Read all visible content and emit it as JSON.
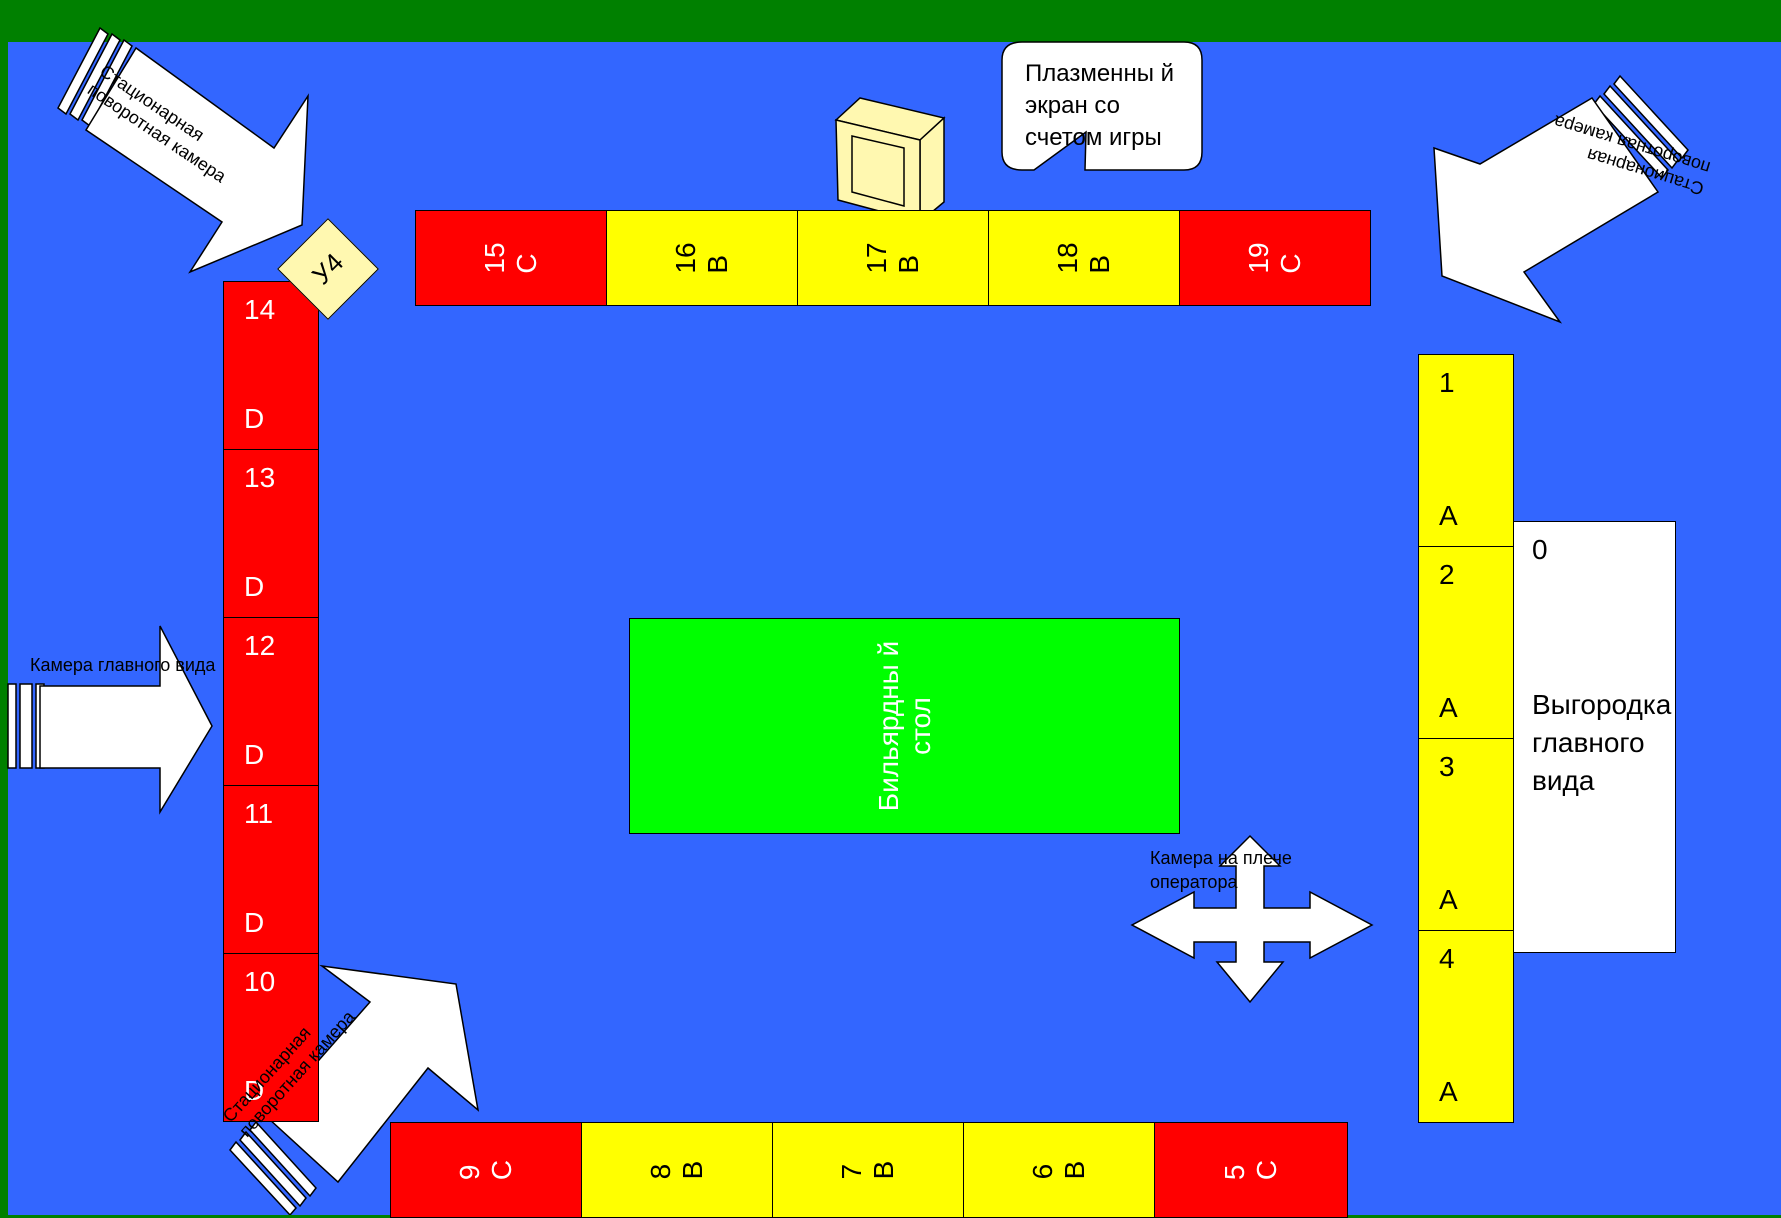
{
  "top_seats": [
    {
      "number": "15",
      "letter": "C",
      "color": "red"
    },
    {
      "number": "16",
      "letter": "B",
      "color": "yellow"
    },
    {
      "number": "17",
      "letter": "B",
      "color": "yellow"
    },
    {
      "number": "18",
      "letter": "B",
      "color": "yellow"
    },
    {
      "number": "19",
      "letter": "C",
      "color": "red"
    }
  ],
  "bottom_seats": [
    {
      "number": "9",
      "letter": "C",
      "color": "red"
    },
    {
      "number": "8",
      "letter": "B",
      "color": "yellow"
    },
    {
      "number": "7",
      "letter": "B",
      "color": "yellow"
    },
    {
      "number": "6",
      "letter": "B",
      "color": "yellow"
    },
    {
      "number": "5",
      "letter": "C",
      "color": "red"
    }
  ],
  "left_seats": [
    {
      "number": "14",
      "letter": "D",
      "color": "red"
    },
    {
      "number": "13",
      "letter": "D",
      "color": "red"
    },
    {
      "number": "12",
      "letter": "D",
      "color": "red"
    },
    {
      "number": "11",
      "letter": "D",
      "color": "red"
    },
    {
      "number": "10",
      "letter": "D",
      "color": "red"
    }
  ],
  "right_seats": [
    {
      "number": "1",
      "letter": "A",
      "color": "yellow"
    },
    {
      "number": "2",
      "letter": "A",
      "color": "yellow"
    },
    {
      "number": "3",
      "letter": "A",
      "color": "yellow"
    },
    {
      "number": "4",
      "letter": "A",
      "color": "yellow"
    }
  ],
  "table_label": "Бильярдны й стол",
  "enclosure": {
    "number": "0",
    "label": "Выгородка главного вида"
  },
  "corner_label": "У4",
  "screen_callout": "Плазменны й экран со счетом игры",
  "cameras": {
    "top_left": "Стационарная поворотная камера",
    "top_right": "Стационарная поворотная камера",
    "bottom_left": "Стационарная поворотная камера",
    "main_view": "Камера главного вида",
    "shoulder": "Камера на плече оператора"
  },
  "colors": {
    "floor": "#3366FF",
    "border": "#008000",
    "red": "#FF0000",
    "yellow": "#FFFF00",
    "table": "#00FF00"
  }
}
